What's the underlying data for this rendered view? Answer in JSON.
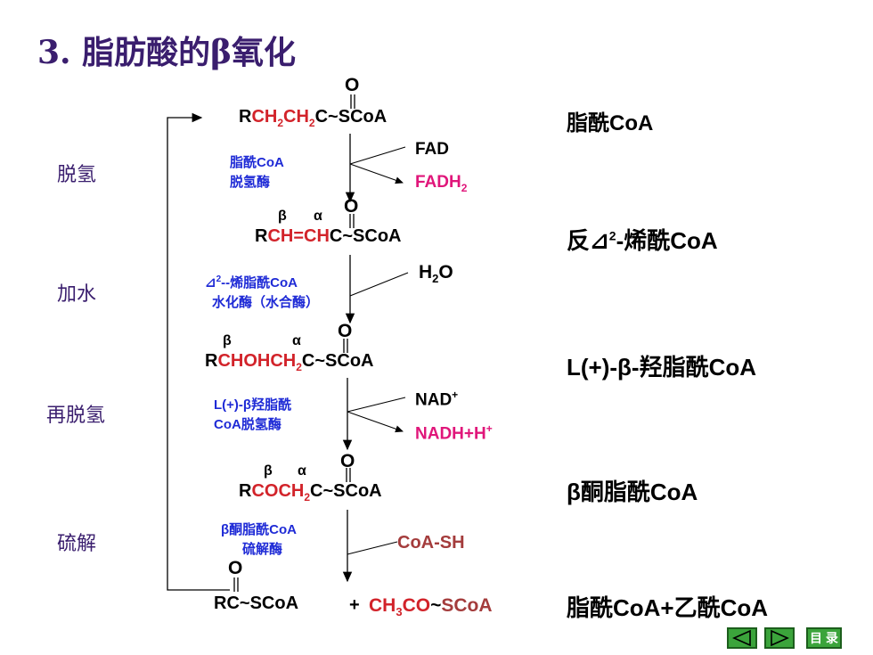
{
  "title": "3. 脂肪酸的β氧化",
  "steps": [
    "脱氢",
    "加水",
    "再脱氢",
    "硫解"
  ],
  "greek": {
    "beta": "β",
    "alpha": "α"
  },
  "oxygen": "O",
  "compounds": {
    "c1": {
      "r": "R",
      "red": "CH2CH2",
      "rest": "C~SCoA",
      "name": "脂酰CoA"
    },
    "c2": {
      "r": "R",
      "red": "CH=CH",
      "rest": "C~SCoA",
      "name": "反⊿2-烯酰CoA"
    },
    "c3": {
      "r": "R",
      "red": "CHOHCH2",
      "rest": "C~SCoA",
      "name": "L(+)-β-羟脂酰CoA"
    },
    "c4": {
      "r": "R",
      "red": "COCH2",
      "rest": "C~SCoA",
      "name": "β酮脂酰CoA"
    },
    "c5": {
      "r": "RC~SCoA",
      "plus": "+",
      "product2": "CH3CO~SCoA",
      "name": "脂酰CoA+乙酰CoA"
    }
  },
  "enzymes": {
    "e1": [
      "脂酰CoA",
      "脱氢酶"
    ],
    "e2": [
      "⊿2--烯脂酰CoA",
      "水化酶（水合酶）"
    ],
    "e3": [
      "L(+)-β羟脂酰",
      "CoA脱氢酶"
    ],
    "e4": [
      "β酮脂酰CoA",
      "硫解酶"
    ]
  },
  "cofactors": {
    "fad": "FAD",
    "fadh2": "FADH2",
    "h2o": "H2O",
    "nad": "NAD+",
    "nadh": "NADH+H+",
    "coash": "CoA-SH"
  },
  "nav": {
    "toc_label": "目 录",
    "prev_icon": "triangle-left-icon",
    "next_icon": "triangle-right-icon"
  },
  "colors": {
    "title": "#3a1e6e",
    "red": "#d2232a",
    "enzyme": "#1f2bd6",
    "pink": "#e0167a",
    "brown": "#a43c3c",
    "nav": "#3ba43b"
  }
}
